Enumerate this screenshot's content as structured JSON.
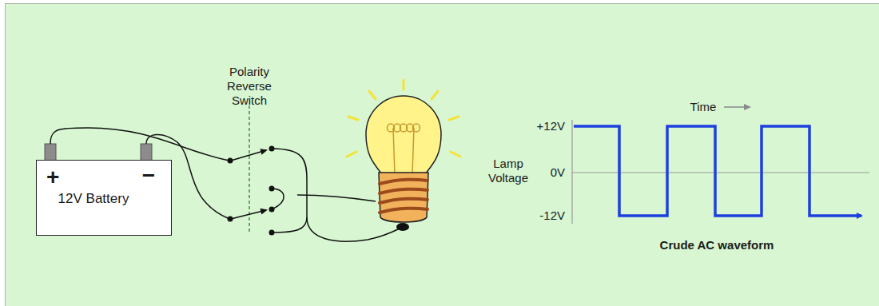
{
  "diagram": {
    "nodes": [
      {
        "text": [
          "+",
          "−",
          "12V Battery"
        ]
      }
    ],
    "labels": [
      "Polarity Reverse Switch",
      "+12V",
      "0V",
      "-12V",
      "Lamp Voltage",
      "Time",
      "Crude AC waveform"
    ]
  }
}
